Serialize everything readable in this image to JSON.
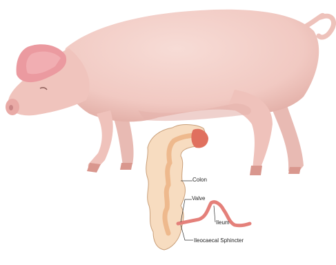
{
  "diagram": {
    "labels": {
      "colon": "Colon",
      "valve": "Valve",
      "ileum": "Ileum",
      "sphincter": "Ileocaecal Sphincter"
    },
    "colors": {
      "pig_skin": "#f1c9c2",
      "pig_shadow": "#e2aea6",
      "ear": "#eb9aa0",
      "hoof": "#d9978e",
      "colon_fill": "#f7dcc0",
      "colon_stroke": "#c89e78",
      "lumen": "#eeb98d",
      "ileum": "#e4807a",
      "caecum": "#e0705e",
      "leader_line": "#333333"
    }
  }
}
